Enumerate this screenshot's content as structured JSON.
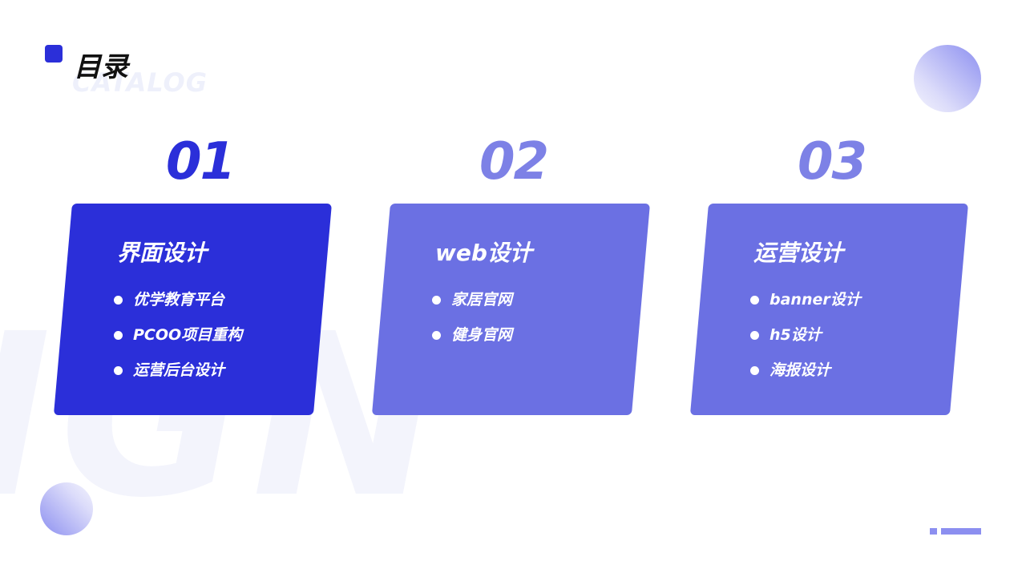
{
  "header": {
    "title": "目录",
    "subtitle": "CATALOG"
  },
  "background": {
    "word": "IGN"
  },
  "sections": [
    {
      "number": "01",
      "title": "界面设计",
      "color": "#2b2fd9",
      "items": [
        "优学教育平台",
        "PCOO项目重构",
        "运营后台设计"
      ]
    },
    {
      "number": "02",
      "title": "web设计",
      "color": "#6b70e3",
      "items": [
        "家居官网",
        "健身官网"
      ]
    },
    {
      "number": "03",
      "title": "运营设计",
      "color": "#6b70e3",
      "items": [
        "banner设计",
        "h5设计",
        "海报设计"
      ]
    }
  ],
  "colors": {
    "accent": "#2b2fd9",
    "card_light": "#6b70e3",
    "number_light": "#7d81e6",
    "decor": "#8c8ff0"
  }
}
